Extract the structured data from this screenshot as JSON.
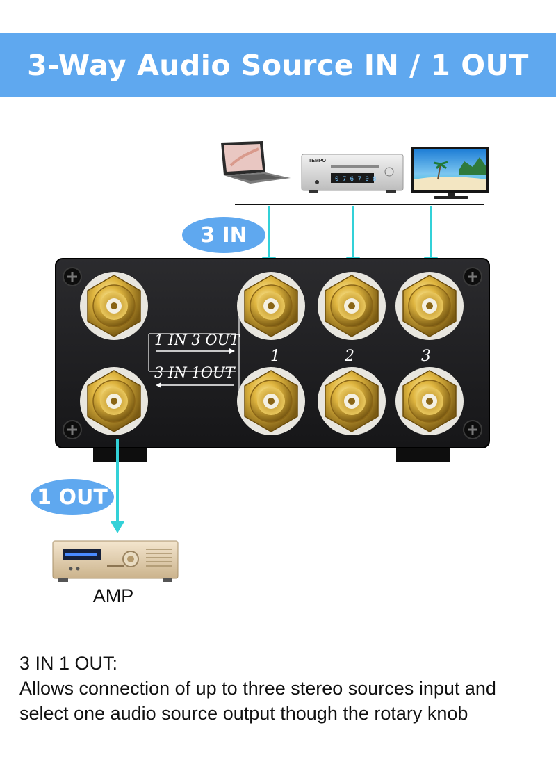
{
  "banner": {
    "title": "3-Way Audio Source IN / 1 OUT"
  },
  "labels": {
    "in_pill": "3 IN",
    "out_pill": "1 OUT",
    "amp": "AMP"
  },
  "device_panel": {
    "mode_top": "1 IN 3 OUT",
    "mode_bottom": "3 IN 1OUT",
    "channels": [
      "1",
      "2",
      "3"
    ]
  },
  "player": {
    "brand": "TEMPO",
    "display": "0 7 6 7 0 8"
  },
  "description": {
    "heading": "3 IN 1 OUT:",
    "line1": "Allows connection of up to three stereo sources input and",
    "line2": "select one audio source output though the rotary knob"
  },
  "colors": {
    "banner": "#5fa8ef",
    "arrow": "#33d1d8",
    "panel": "#1c1c1e",
    "gold": "#d4a630"
  },
  "icons": [
    "laptop-icon",
    "cd-player-icon",
    "tv-icon",
    "amplifier-icon",
    "screw-icon",
    "rca-jack-icon"
  ]
}
